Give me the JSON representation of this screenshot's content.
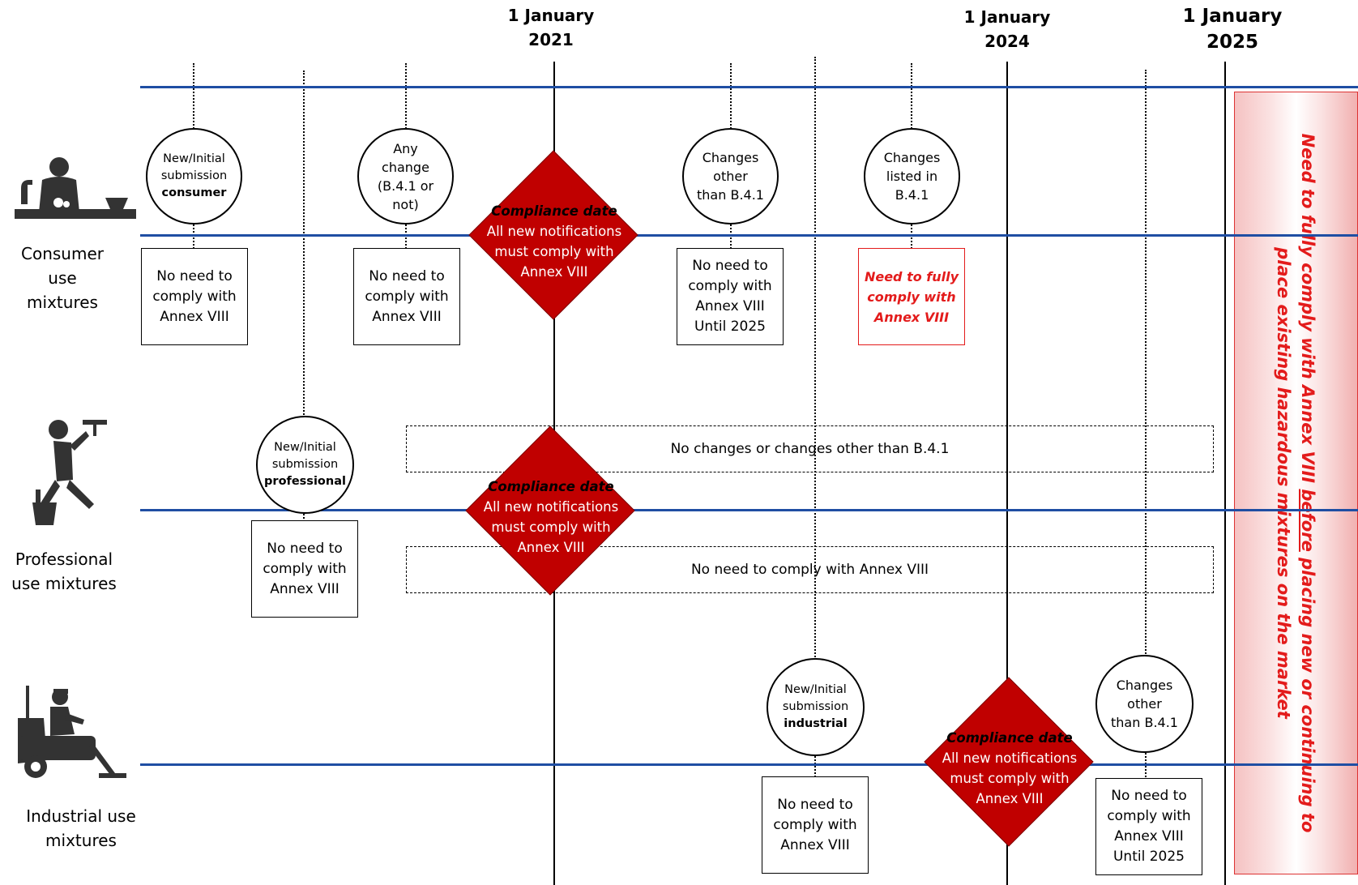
{
  "dates": [
    {
      "line1": "1 January",
      "line2": "2021"
    },
    {
      "line1": "1 January",
      "line2": "2024"
    },
    {
      "line1": "1 January",
      "line2": "2025"
    }
  ],
  "rows": {
    "consumer": {
      "label1": "Consumer",
      "label2": "use",
      "label3": "mixtures"
    },
    "professional": {
      "label1": "Professional",
      "label2": "use mixtures"
    },
    "industrial": {
      "label1": "Industrial use",
      "label2": "mixtures"
    }
  },
  "consumer": {
    "c1": {
      "l1": "New/Initial",
      "l2": "submission",
      "l3": "consumer"
    },
    "c2": {
      "l1": "Any",
      "l2": "change",
      "l3": "(B.4.1 or",
      "l4": "not)"
    },
    "c3": {
      "l1": "Changes",
      "l2": "other",
      "l3": "than B.4.1"
    },
    "c4": {
      "l1": "Changes",
      "l2": "listed in",
      "l3": "B.4.1"
    },
    "b1": {
      "l1": "No need to",
      "l2": "comply with",
      "l3": "Annex VIII"
    },
    "b2": {
      "l1": "No need to",
      "l2": "comply with",
      "l3": "Annex VIII"
    },
    "b3": {
      "l1": "No need to",
      "l2": "comply with",
      "l3": "Annex VIII",
      "l4": "Until 2025"
    },
    "b4": {
      "l1": "Need to fully",
      "l2": "comply with",
      "l3": "Annex VIII"
    }
  },
  "professional": {
    "c1": {
      "l1": "New/Initial",
      "l2": "submission",
      "l3": "professional"
    },
    "b1": {
      "l1": "No need to",
      "l2": "comply with",
      "l3": "Annex VIII"
    },
    "dash1": "No changes or changes other than B.4.1",
    "dash2": "No need to comply with Annex VIII"
  },
  "industrial": {
    "c1": {
      "l1": "New/Initial",
      "l2": "submission",
      "l3": "industrial"
    },
    "c2": {
      "l1": "Changes",
      "l2": "other",
      "l3": "than B.4.1"
    },
    "b1": {
      "l1": "No need to",
      "l2": "comply with",
      "l3": "Annex VIII"
    },
    "b2": {
      "l1": "No need to",
      "l2": "comply with",
      "l3": "Annex VIII",
      "l4": "Until 2025"
    }
  },
  "compliance": {
    "title": "Compliance date",
    "l1": "All new notifications",
    "l2": "must comply with",
    "l3": "Annex VIII"
  },
  "final": {
    "pre": "Need to fully comply with Annex VIII ",
    "underlined": "before",
    "post": " placing new or continuing to",
    "line2": "place existing hazardous mixtures on the market"
  },
  "icons": [
    "consumer-washing-icon",
    "professional-window-cleaner-icon",
    "industrial-floor-scrubber-icon"
  ],
  "colors": {
    "timeline": "#1f4ea3",
    "diamond": "#c00000",
    "emphasis": "#e31b1b"
  }
}
